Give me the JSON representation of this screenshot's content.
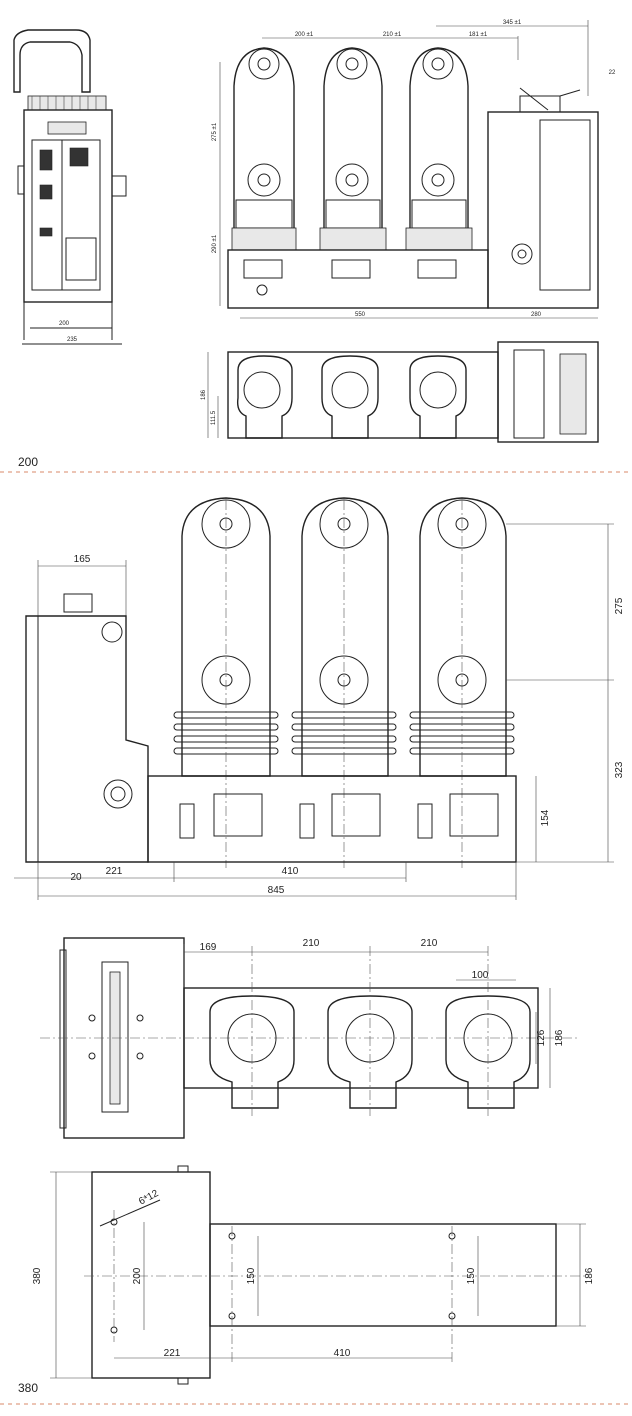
{
  "sections": {
    "s200": {
      "label": "200"
    },
    "s380": {
      "label": "380"
    }
  },
  "top_front": {
    "dim_left_a": "200",
    "dim_left_b": "235",
    "dim_phase_a": "200 ±1",
    "dim_phase_b": "210 ±1",
    "dim_phase_c": "181 ±1",
    "dim_overall": "345 ±1",
    "dim_22": "22",
    "dim_height_a": "275 ±1",
    "dim_height_b": "290 ±1",
    "dim_550": "550",
    "dim_280": "280"
  },
  "top_plan": {
    "dim_186": "186",
    "dim_1115": "111.5"
  },
  "side_view": {
    "dim_165": "165",
    "dim_275": "275",
    "dim_323": "323",
    "dim_154": "154",
    "dim_20": "20",
    "dim_221": "221",
    "dim_410": "410",
    "dim_845": "845"
  },
  "plan_view": {
    "dim_169": "169",
    "dim_210a": "210",
    "dim_210b": "210",
    "dim_100": "100",
    "dim_126": "126",
    "dim_186": "186"
  },
  "base_view": {
    "dim_hole": "6*12",
    "dim_380": "380",
    "dim_200": "200",
    "dim_150a": "150",
    "dim_150b": "150",
    "dim_186": "186",
    "dim_221": "221",
    "dim_410": "410"
  }
}
